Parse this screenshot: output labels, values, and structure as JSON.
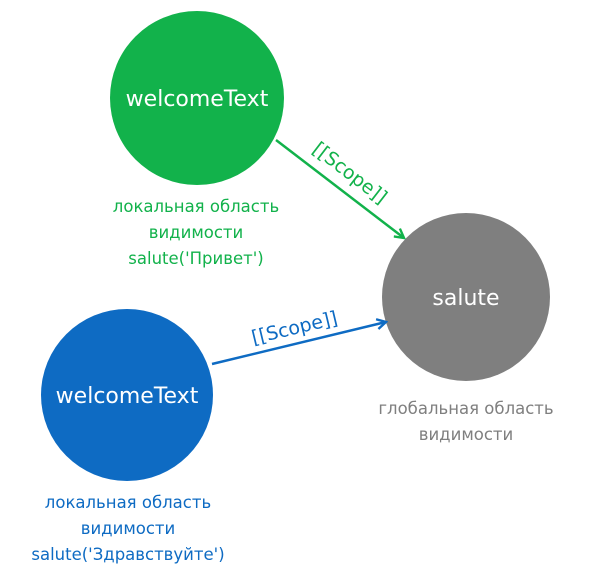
{
  "colors": {
    "green": "#12b24b",
    "blue": "#0e6bc3",
    "gray": "#7f7f7f"
  },
  "nodes": {
    "green": {
      "label": "welcomeText",
      "caption": [
        "локальная область",
        "видимости",
        "salute('Привет')"
      ]
    },
    "blue": {
      "label": "welcomeText",
      "caption": [
        "локальная область",
        "видимости",
        "salute('Здравствуйте')"
      ]
    },
    "gray": {
      "label": "salute",
      "caption": [
        "глобальная область",
        "видимости"
      ]
    }
  },
  "edges": {
    "green_to_gray": {
      "label": "[[Scope]]"
    },
    "blue_to_gray": {
      "label": "[[Scope]]"
    }
  }
}
